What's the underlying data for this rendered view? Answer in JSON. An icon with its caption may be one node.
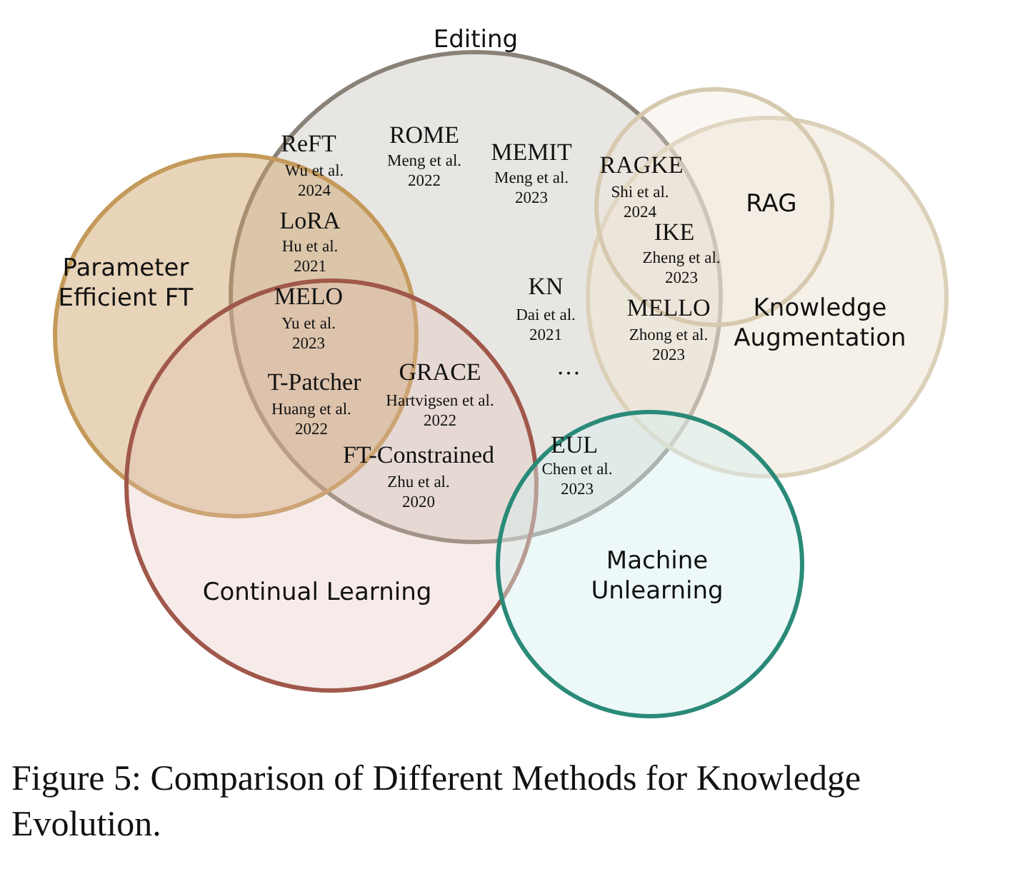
{
  "diagram": {
    "caption": "Figure 5: Comparison of Different Methods for Knowledge Evolution.",
    "nodes": [
      {
        "text": [
          "Editing"
        ]
      },
      {
        "text": [
          "Knowledge Augmentation"
        ]
      },
      {
        "text": [
          "RAG"
        ],
        "in": 1
      },
      {
        "text": [
          "Parameter Efficient FT"
        ]
      },
      {
        "text": [
          "Continual Learning"
        ]
      },
      {
        "text": [
          "Machine Unlearning"
        ]
      }
    ],
    "edges": [],
    "labels": [
      "ReFT",
      "Wu et al. 2024",
      "LoRA",
      "Hu et al. 2021",
      "ROME",
      "Meng et al. 2022",
      "MEMIT",
      "Meng et al. 2023",
      "MELO",
      "Yu et al. 2023",
      "T-Patcher",
      "Huang et al. 2022",
      "GRACE",
      "Hartvigsen et al. 2022",
      "FT-Constrained",
      "Zhu et al. 2020",
      "KN",
      "Dai et al. 2021",
      "…",
      "RAGKE",
      "Shi et al. 2024",
      "IKE",
      "Zheng et al. 2023",
      "MELLO",
      "Zhong et al. 2023",
      "EUL",
      "Chen et al. 2023"
    ]
  }
}
